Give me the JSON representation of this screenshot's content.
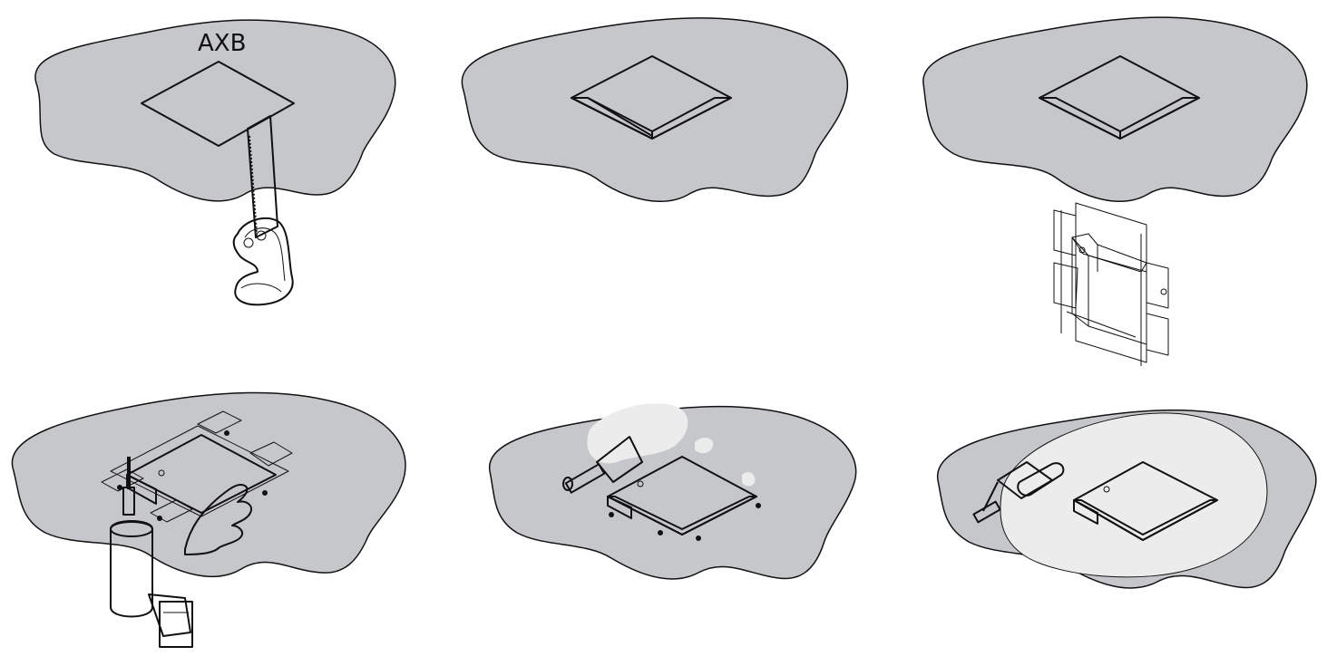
{
  "diagram": {
    "colors": {
      "surface": "#c6c7cb",
      "recess": "#6e6f73",
      "outline": "#111111",
      "plaster": "#ececec",
      "white": "#ffffff"
    },
    "steps": [
      {
        "step": 1,
        "label": "AXB",
        "tool": "saw-icon"
      },
      {
        "step": 2,
        "label": "",
        "tool": ""
      },
      {
        "step": 3,
        "label": "",
        "tool": "frame-icon"
      },
      {
        "step": 4,
        "label": "",
        "tool": "drill-icon"
      },
      {
        "step": 5,
        "label": "",
        "tool": "spatula-icon"
      },
      {
        "step": 6,
        "label": "",
        "tool": "paint-roller-icon"
      }
    ]
  }
}
